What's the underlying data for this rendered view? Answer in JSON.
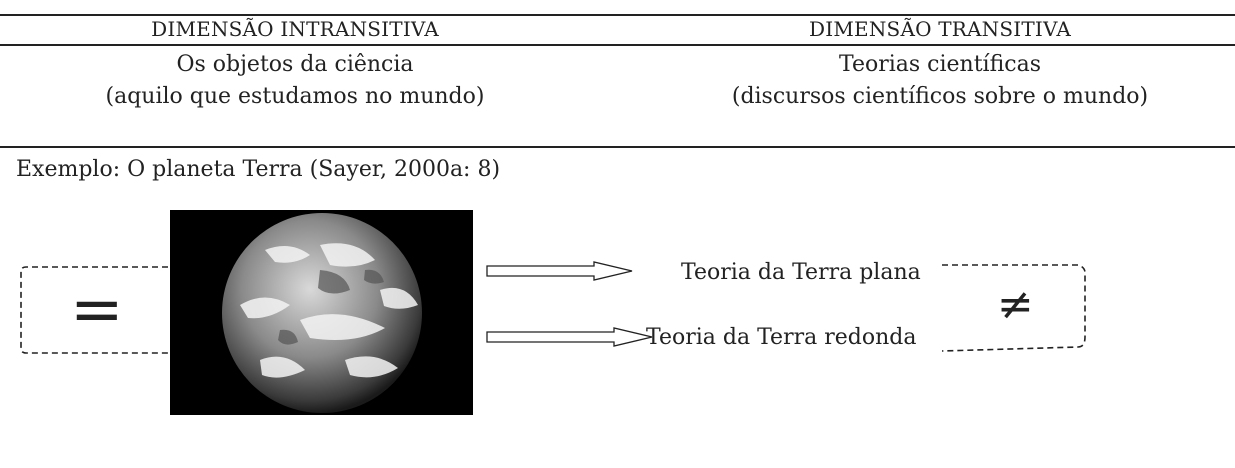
{
  "header": {
    "left_title": "DIMENSÃO INTRANSITIVA",
    "right_title": "DIMENSÃO TRANSITIVA"
  },
  "columns": {
    "left_line1": "Os objetos da ciência",
    "left_line2": "(aquilo que estudamos no mundo)",
    "right_line1": "Teorias científicas",
    "right_line2": "(discursos científicos sobre o mundo)"
  },
  "example": {
    "text": "Exemplo: O planeta Terra (Sayer, 2000a: 8)"
  },
  "diagram": {
    "equal_sign": "=",
    "not_equal_sign": "≠",
    "theory_flat": "Teoria da Terra plana",
    "theory_round": "Teoria da Terra redonda"
  }
}
